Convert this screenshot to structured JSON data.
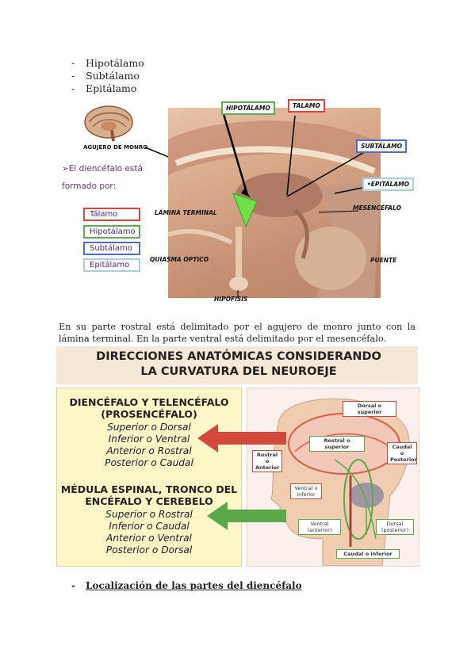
{
  "top_list": [
    "Hipotálamo",
    "Subtálamo",
    "Epitálamo"
  ],
  "dash": "-",
  "fig1": {
    "agujero": "AGUJERO DE MONRO",
    "formado": "➢El diencéfalo está formado por:",
    "legend": [
      {
        "label": "Tálamo",
        "color": "#d9463a"
      },
      {
        "label": "Hipotálamo",
        "color": "#5ab04a"
      },
      {
        "label": "Subtálamo",
        "color": "#4a6ed0"
      },
      {
        "label": "Epitálamo",
        "color": "#a8cde8"
      }
    ],
    "labels": {
      "hipotalamo": "HIPOTÁLAMO",
      "talamo": "TALAMO",
      "subtalamo": "SUBTÁLAMO",
      "epitalamo": "•EPITÁLAMO",
      "mesencefalo": "MESENCÉFALO",
      "lamina": "LÁMINA TERMINAL",
      "quiasma": "QUIASMA ÓPTICO",
      "puente": "PUENTE",
      "hipofisis": "HIPÓFISIS"
    }
  },
  "paragraph": "En su parte rostral está delimitado por el agujero de monro junto con la lámina terminal. En la parte ventral está delimitado por el mesencéfalo.",
  "fig2": {
    "title_line1": "DIRECCIONES ANATÓMICAS CONSIDERANDO",
    "title_line2": "LA CURVATURA DEL NEUROEJE",
    "group1_head1": "DIENCÉFALO Y TELENCÉFALO",
    "group1_head2": "(PROSENCÉFALO)",
    "group1_items": [
      "Superior o Dorsal",
      "Inferior o Ventral",
      "Anterior o Rostral",
      "Posterior o Caudal"
    ],
    "group2_head1": "MÉDULA ESPINAL, TRONCO DEL",
    "group2_head2": "ENCÉFALO Y CEREBELO",
    "group2_items": [
      "Superior o Rostral",
      "Inferior o Caudal",
      "Anterior o Ventral",
      "Posterior o Dorsal"
    ],
    "boxes": {
      "dorsal_superior": "Dorsal o superior",
      "rostral_superior": "Rostral o superior",
      "rostral_anterior": "Rostral o Anterior",
      "caudal_posterior": "Caudal o Posterior",
      "ventral_inferior": "Ventral o inferior",
      "ventral_anterior": "Ventral (anterior)",
      "dorsal_posterior": "Dorsal (posterior)",
      "caudal_inferior": "Caudal o inferior"
    },
    "colors": {
      "red": "#d24a3c",
      "green": "#5aa84a"
    }
  },
  "localizacion": "Localización de las partes del diencéfalo"
}
